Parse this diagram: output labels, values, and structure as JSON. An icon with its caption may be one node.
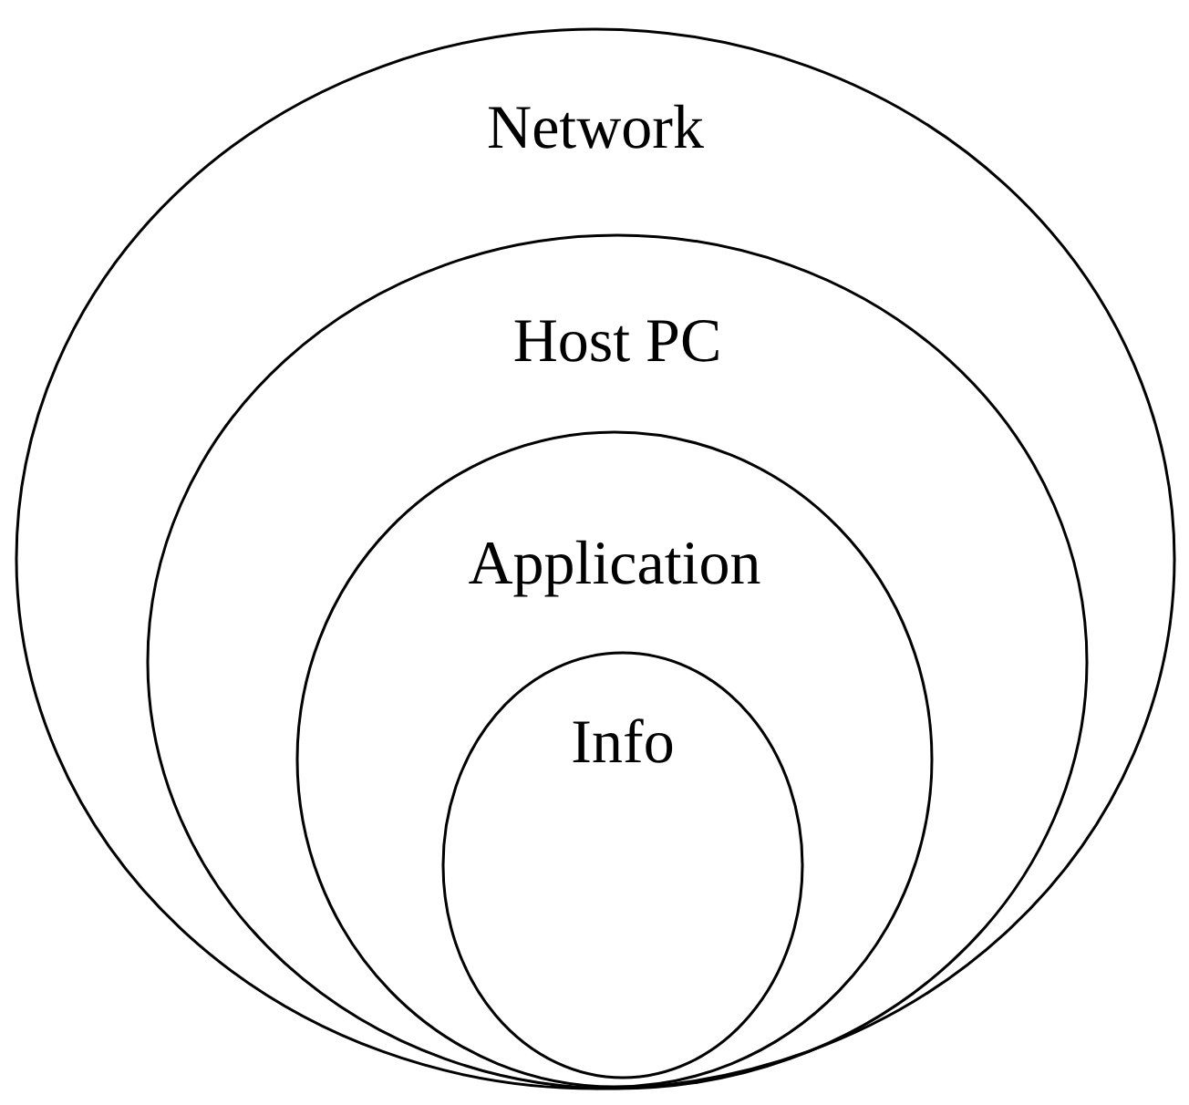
{
  "diagram": {
    "nodes": [
      {
        "text": [
          "Network"
        ]
      },
      {
        "text": [
          "Host PC"
        ],
        "in": 0
      },
      {
        "text": [
          "Application"
        ],
        "in": 1
      },
      {
        "text": [
          "Info"
        ],
        "in": 2
      }
    ]
  }
}
